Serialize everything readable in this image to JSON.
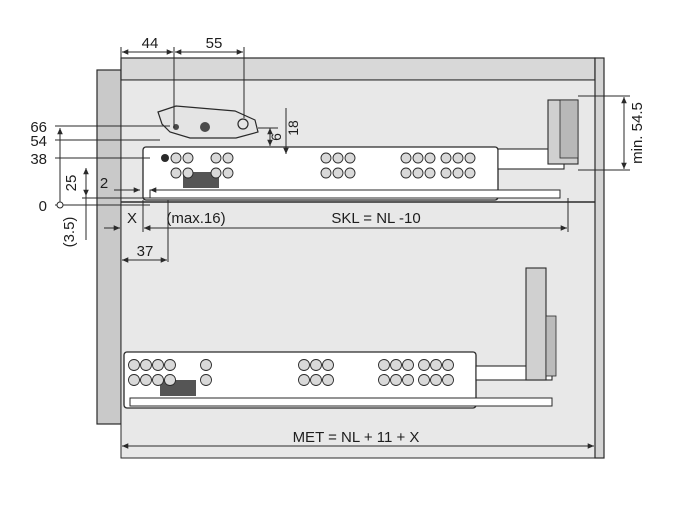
{
  "drawing": {
    "top_dimensions": {
      "width_a": "44",
      "width_b": "55"
    },
    "left_heights": {
      "h66": "66",
      "h54": "54",
      "h38": "38",
      "h25": "25",
      "h0": "0",
      "h3_5": "(3.5)",
      "h2": "2"
    },
    "small_vertical": {
      "six": "6",
      "eighteen": "18"
    },
    "right_dimension": "min. 54.5",
    "labels": {
      "x": "X",
      "max16": "(max.16)",
      "skl": "SKL = NL -10",
      "thirtyseven": "37",
      "met": "MET = NL + 11 + X"
    },
    "colors": {
      "cabinet_fill": "#e6e6e6",
      "cabinet_side": "#c9c9c9",
      "drawer_fill": "#ffffff",
      "line": "#2a2a2a",
      "hole_fill": "#d4d4d4",
      "dark": "#3c3c3c"
    }
  }
}
